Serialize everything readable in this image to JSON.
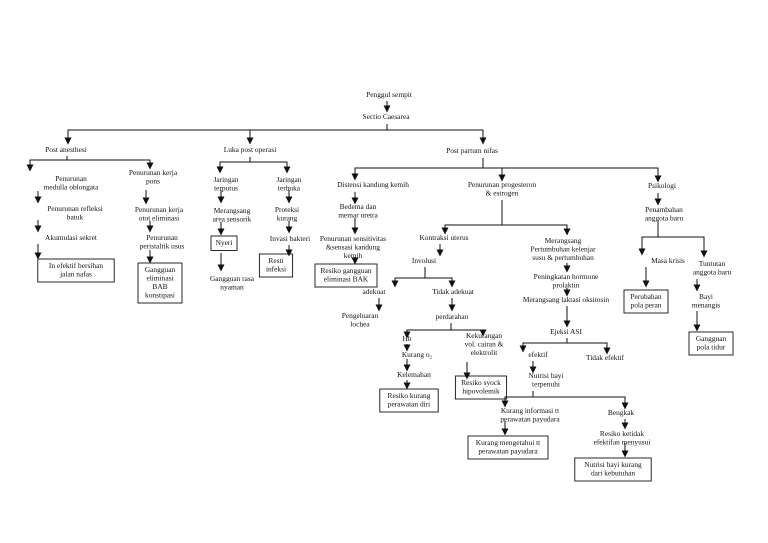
{
  "nodes": [
    {
      "id": "root",
      "lines": [
        "Penggul sempit"
      ]
    },
    {
      "id": "sc",
      "lines": [
        "Sectio Caesarea"
      ]
    },
    {
      "id": "postan",
      "lines": [
        "Post anesthesi"
      ]
    },
    {
      "id": "luka",
      "lines": [
        "Luka post operasi"
      ]
    },
    {
      "id": "postpartum",
      "lines": [
        "Post partum nifas"
      ]
    },
    {
      "id": "pen_med",
      "lines": [
        "Penurunan",
        "medulla oblongata"
      ]
    },
    {
      "id": "pen_ref",
      "lines": [
        "Penurunan refleksi",
        "batuk"
      ]
    },
    {
      "id": "akum",
      "lines": [
        "Akumulasi sekret"
      ]
    },
    {
      "id": "ineff",
      "lines": [
        "In efektif bersihan",
        "jalan nafas"
      ]
    },
    {
      "id": "pen_pons",
      "lines": [
        "Penurunan kerja",
        "pons"
      ]
    },
    {
      "id": "pen_otot",
      "lines": [
        "Penurunan kerja",
        "otot eliminasi"
      ]
    },
    {
      "id": "pen_peri",
      "lines": [
        "Penurunan",
        "peristaltik usus"
      ]
    },
    {
      "id": "gang_elim",
      "lines": [
        "Gangguan",
        "eliminasi",
        "BAB",
        "konstipasi"
      ]
    },
    {
      "id": "jar1",
      "lines": [
        "Jaringan",
        "terputus"
      ]
    },
    {
      "id": "merang",
      "lines": [
        "Merangsang",
        "area sensorik"
      ]
    },
    {
      "id": "nyeri",
      "lines": [
        "Nyeri"
      ]
    },
    {
      "id": "gang_rasa",
      "lines": [
        "Gangguan rasa",
        "nyaman"
      ]
    },
    {
      "id": "jar2",
      "lines": [
        "Jaringan",
        "terbuka"
      ]
    },
    {
      "id": "proteksi",
      "lines": [
        "Proteksi",
        "kurang"
      ]
    },
    {
      "id": "invasi",
      "lines": [
        "Invasi bakteri"
      ]
    },
    {
      "id": "resti",
      "lines": [
        "Resti",
        "infeksi"
      ]
    },
    {
      "id": "distensi",
      "lines": [
        "Distensi kandung kemih"
      ]
    },
    {
      "id": "edema",
      "lines": [
        "Bedema dan",
        "memar uretra"
      ]
    },
    {
      "id": "pen_sens",
      "lines": [
        "Penurunan sensitivitas",
        "&sensasi kandung",
        "kemih"
      ]
    },
    {
      "id": "resiko_bak",
      "lines": [
        "Resiko gangguan",
        "eliminasi BAK"
      ]
    },
    {
      "id": "prog",
      "lines": [
        "Penurunan progesteron",
        "& estrogen"
      ]
    },
    {
      "id": "kontraksi",
      "lines": [
        "Kontraksi uterus"
      ]
    },
    {
      "id": "involusi",
      "lines": [
        "Involusi"
      ]
    },
    {
      "id": "adekuat",
      "lines": [
        "adekuat"
      ]
    },
    {
      "id": "tidak_adekuat",
      "lines": [
        "Tidak adekuat"
      ]
    },
    {
      "id": "pengeluaran",
      "lines": [
        "Pengeluaran",
        "lochea"
      ]
    },
    {
      "id": "perdarahan",
      "lines": [
        "perdarahan"
      ]
    },
    {
      "id": "hb",
      "lines": [
        "Hb"
      ]
    },
    {
      "id": "kurang_o2",
      "lines": [
        "Kurang o₂"
      ]
    },
    {
      "id": "kelemahan",
      "lines": [
        "Kelemahan"
      ]
    },
    {
      "id": "resiko_rawat",
      "lines": [
        "Resiko kurang",
        "perawatan diri"
      ]
    },
    {
      "id": "kurang_vol",
      "lines": [
        "Kekurangan",
        "vol. cairan &",
        "elektrolit"
      ]
    },
    {
      "id": "syok",
      "lines": [
        "Resiko syock",
        "hipovolemik"
      ]
    },
    {
      "id": "pertumbuhan",
      "lines": [
        "Merangsang",
        "Pertumbuhan kelenjar",
        "susu & pertumbuhan"
      ]
    },
    {
      "id": "prolaktin",
      "lines": [
        "Peningkatan hormone",
        "prolaktin"
      ]
    },
    {
      "id": "laktasi",
      "lines": [
        "Merangsang laktasi oksitosin"
      ]
    },
    {
      "id": "ejeksi",
      "lines": [
        "Ejeksi ASI"
      ]
    },
    {
      "id": "efektif",
      "lines": [
        "efektif"
      ]
    },
    {
      "id": "tidak_efektif",
      "lines": [
        "Tidak efektif"
      ]
    },
    {
      "id": "nutrisi",
      "lines": [
        "Nutrisi bayi",
        "terpenuhi"
      ]
    },
    {
      "id": "kurang_info",
      "lines": [
        "Kurang informasi tt",
        "perawatan payudara"
      ]
    },
    {
      "id": "kurang_tahu",
      "lines": [
        "Kurang mengetahui tt",
        "perawatan payudara"
      ]
    },
    {
      "id": "bengkak",
      "lines": [
        "Bengkak"
      ]
    },
    {
      "id": "resiko_efektif",
      "lines": [
        "Resiko ketidak",
        "efektifan menyusui"
      ]
    },
    {
      "id": "nutrisi_kurang",
      "lines": [
        "Nutrisi bayi kurang",
        "dari kebutuhan"
      ]
    },
    {
      "id": "psikologi",
      "lines": [
        "Psikologi"
      ]
    },
    {
      "id": "penambahan",
      "lines": [
        "Penambahan",
        "anggota baru"
      ]
    },
    {
      "id": "masa_krisis",
      "lines": [
        "Masa krisis"
      ]
    },
    {
      "id": "perubahan",
      "lines": [
        "Perubahan",
        "pola peran"
      ]
    },
    {
      "id": "tuntutan",
      "lines": [
        "Tuntutan",
        "anggota baru"
      ]
    },
    {
      "id": "bayi",
      "lines": [
        "Bayi",
        "menangis"
      ]
    },
    {
      "id": "gang_tidur",
      "lines": [
        "Gangguan",
        "pola tidur"
      ]
    }
  ]
}
